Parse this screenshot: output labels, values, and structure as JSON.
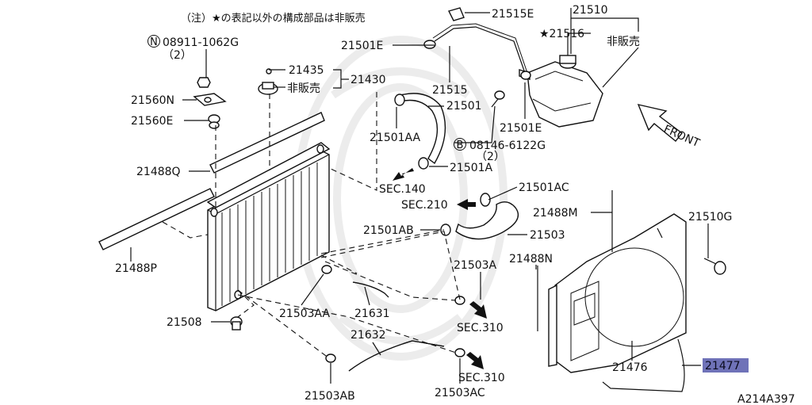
{
  "note": "（注）★の表記以外の構成部品は非販売",
  "not_sold": "非販売",
  "direction": "FRONT",
  "diagram_id": "A214A397",
  "parts": {
    "p21515E": "21515E",
    "p21510": "21510",
    "p21516": "★21516",
    "p21501E_top": "21501E",
    "p21501E_bottom": "21501E",
    "bolt_n": "08911-1062G",
    "bolt_n_qty": "（2）",
    "bolt_n_mark": "N",
    "p21435": "21435",
    "p21430": "21430",
    "p21560N": "21560N",
    "p21560E": "21560E",
    "p21515": "21515",
    "p21501": "21501",
    "p21501AA": "21501AA",
    "bolt_b": "08146-6122G",
    "bolt_b_qty": "（2）",
    "bolt_b_mark": "B",
    "p21501A": "21501A",
    "p21488Q": "21488Q",
    "sec140": "SEC.140",
    "p21501AC": "21501AC",
    "sec210": "SEC.210",
    "p21488M": "21488M",
    "p21510G": "21510G",
    "p21501AB": "21501AB",
    "p21503": "21503",
    "p21488P": "21488P",
    "p21503A": "21503A",
    "p21488N": "21488N",
    "p21503AA": "21503AA",
    "p21631": "21631",
    "p21508": "21508",
    "sec310_a": "SEC.310",
    "p21632": "21632",
    "p21476": "21476",
    "p21477": "21477",
    "sec310_b": "SEC.310",
    "p21503AB": "21503AB",
    "p21503AC": "21503AC"
  },
  "highlight": "21477"
}
